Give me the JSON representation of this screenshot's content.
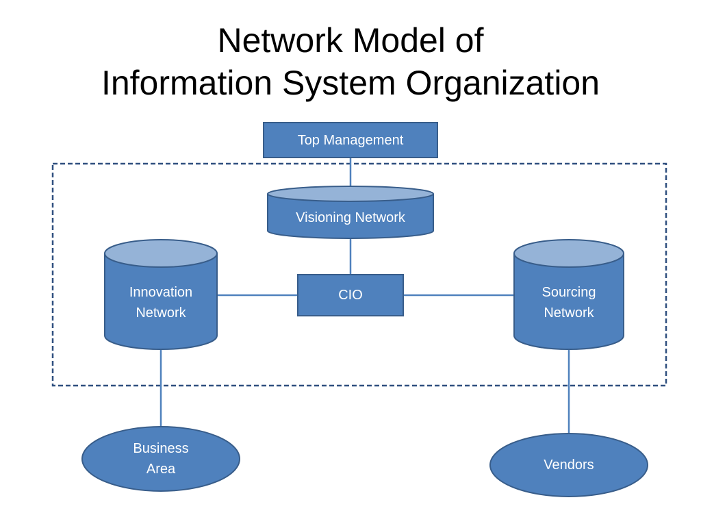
{
  "title": {
    "line1": "Network Model of",
    "line2": "Information System Organization"
  },
  "nodes": {
    "top_management": "Top Management",
    "visioning_network": "Visioning Network",
    "cio": "CIO",
    "innovation_network": "Innovation\nNetwork",
    "sourcing_network": "Sourcing\nNetwork",
    "business_area": "Business\nArea",
    "vendors": "Vendors"
  },
  "colors": {
    "fill": "#4f81bd",
    "stroke": "#385d8a",
    "cylinder_top": "#95b3d7",
    "text": "#ffffff",
    "boundary": "#2f4f7f"
  }
}
